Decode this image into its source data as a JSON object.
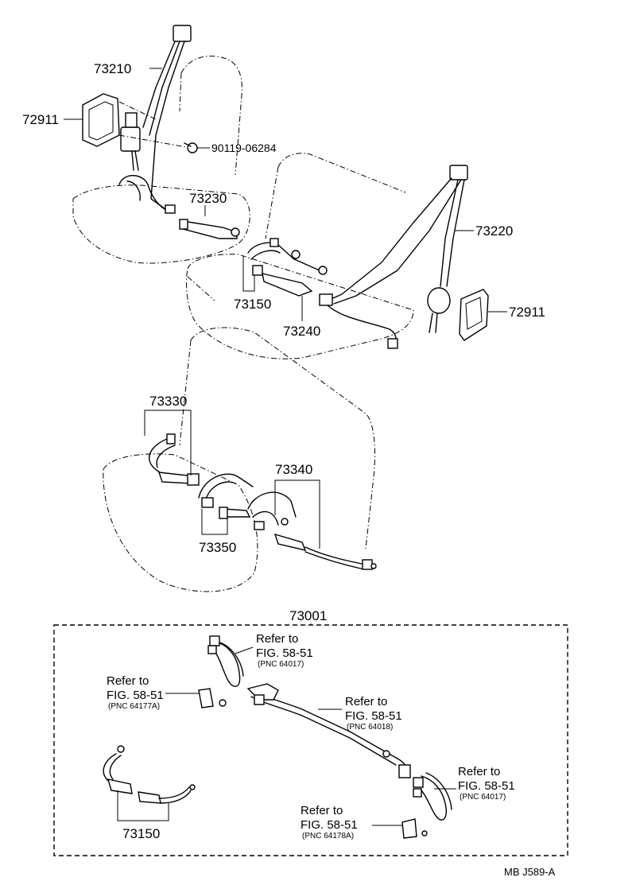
{
  "parts": {
    "p73210": "73210",
    "p72911_left": "72911",
    "p90119": "90119-06284",
    "p73230": "73230",
    "p73220": "73220",
    "p72911_right": "72911",
    "p73150_top": "73150",
    "p73240": "73240",
    "p73330": "73330",
    "p73340": "73340",
    "p73350": "73350",
    "p73001": "73001",
    "p73150_bottom": "73150"
  },
  "refs": [
    {
      "line1": "Refer to",
      "line2": "FIG. 58-51",
      "pnc": "(PNC 64017)"
    },
    {
      "line1": "Refer to",
      "line2": "FIG. 58-51",
      "pnc": "(PNC 64177A)"
    },
    {
      "line1": "Refer to",
      "line2": "FIG. 58-51",
      "pnc": "(PNC 64018)"
    },
    {
      "line1": "Refer to",
      "line2": "FIG. 58-51",
      "pnc": "(PNC 64017)"
    },
    {
      "line1": "Refer to",
      "line2": "FIG. 58-51",
      "pnc": "(PNC 64178A)"
    }
  ],
  "footer": {
    "code": "MB  J589-A"
  }
}
